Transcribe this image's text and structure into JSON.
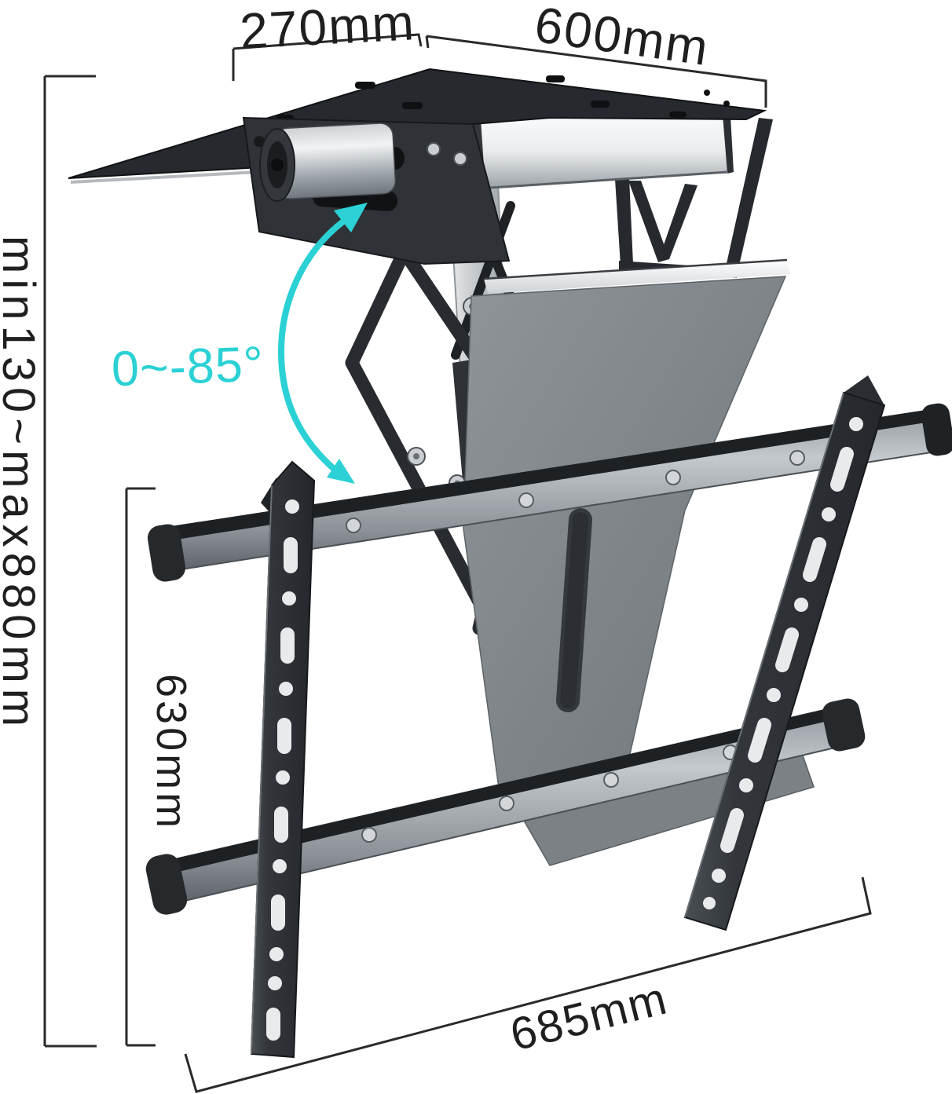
{
  "figure": {
    "title": "Motorized flip-down ceiling TV mount dimension diagram",
    "background_color": "#ffffff",
    "dimension_line_color": "#2a2a2a",
    "accent_color": "#2bd1d4",
    "labels": {
      "plate_depth": "270mm",
      "plate_width": "600mm",
      "tilt_range": "0~-85°",
      "extension_range": "min130~max880mm",
      "bracket_height": "630mm",
      "bracket_width": "685mm"
    },
    "icons": [
      {
        "name": "rotation-arrow-icon",
        "meaning": "tilt swing direction from 0 to -85 degrees"
      }
    ]
  }
}
